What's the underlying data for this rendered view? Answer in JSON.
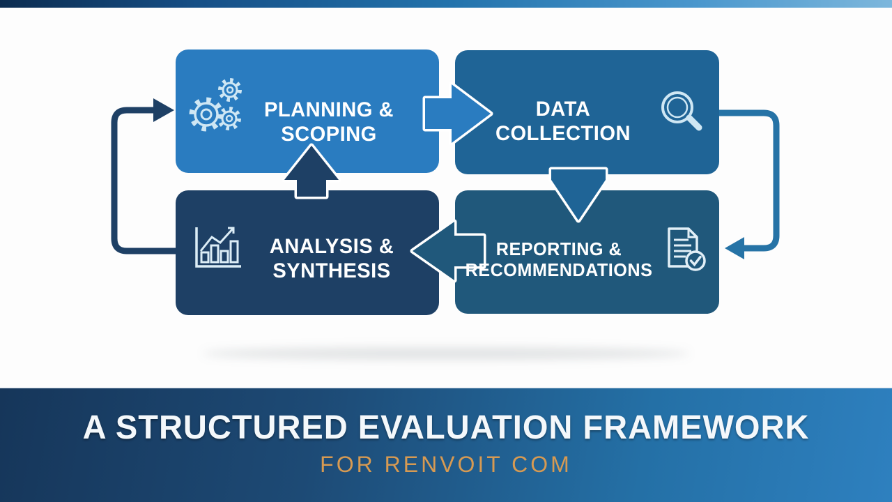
{
  "top_bar": {
    "gradient_left": "#0c2c50",
    "gradient_right": "#7db7dc"
  },
  "diagram": {
    "steps": [
      {
        "id": "planning",
        "label": "PLANNING &\nSCOPING",
        "color": "#2a7cc0",
        "icon": "gears-icon",
        "position": "top-left"
      },
      {
        "id": "data",
        "label": "DATA\nCOLLECTION",
        "color": "#1f6496",
        "icon": "magnifier-icon",
        "position": "top-right"
      },
      {
        "id": "analysis",
        "label": "ANALYSIS &\nSYNTHESIS",
        "color": "#1e4065",
        "icon": "bar-chart-icon",
        "position": "bottom-left"
      },
      {
        "id": "reporting",
        "label": "REPORTING &\nRECOMMENDATIONS",
        "color": "#20587b",
        "icon": "document-check-icon",
        "position": "bottom-right"
      }
    ],
    "connections": [
      {
        "from": "planning",
        "to": "data",
        "style": "arrow-right"
      },
      {
        "from": "data",
        "to": "reporting",
        "style": "arrow-down"
      },
      {
        "from": "reporting",
        "to": "analysis",
        "style": "arrow-left"
      },
      {
        "from": "analysis",
        "to": "planning",
        "style": "arrow-up"
      },
      {
        "from": "analysis",
        "to": "planning",
        "style": "outer-loop-left",
        "color": "#1e4065"
      },
      {
        "from": "data",
        "to": "reporting",
        "style": "outer-loop-right",
        "color": "#2673a6"
      }
    ]
  },
  "banner": {
    "title": "A STRUCTURED EVALUATION FRAMEWORK",
    "subtitle": "FOR RENVOIT COM",
    "title_color": "#f4f8fb",
    "subtitle_color": "#d79a52",
    "gradient_left": "#16365a",
    "gradient_right": "#2e80bf"
  }
}
